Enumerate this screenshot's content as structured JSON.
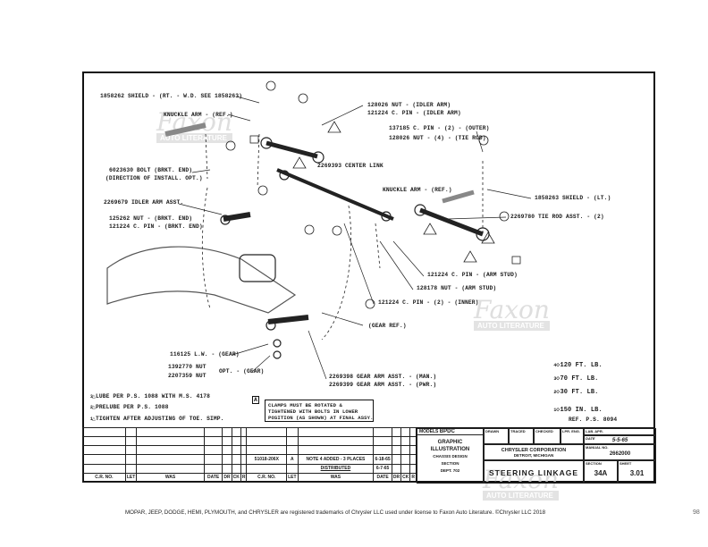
{
  "drawing": {
    "callouts": {
      "shield_rt": "1858262 SHIELD - (RT. - W.D. SEE 1858263)",
      "knuckle_arm_left": "KNUCKLE ARM - (REF.)",
      "bolt": "6023630 BOLT (BRKT. END)",
      "bolt_note": "(DIRECTION OF INSTALL. OPT.)",
      "idler_arm": "2269679 IDLER ARM ASST.",
      "nut_brkt": "125262 NUT - (BRKT. END)",
      "pin_brkt": "121224 C. PIN - (BRKT. END)",
      "nut_idler": "128026 NUT - (IDLER ARM)",
      "pin_idler": "121224 C. PIN - (IDLER ARM)",
      "pin_outer": "137185 C. PIN - (2) - (OUTER)",
      "nut_tie_rod": "128026 NUT - (4) - (TIE ROD)",
      "center_link": "2269393 CENTER LINK",
      "knuckle_arm_right": "KNUCKLE ARM - (REF.)",
      "shield_lt": "1858263 SHIELD - (LT.)",
      "tie_rod": "2269780 TIE ROD ASST. - (2)",
      "pin_arm_stud": "121224 C. PIN - (ARM STUD)",
      "nut_arm_stud": "128178 NUT - (ARM STUD)",
      "pin_inner": "121224 C. PIN - (2) - (INNER)",
      "gear_ref": "(GEAR REF.)",
      "lock_washer": "116125 L.W. - (GEAR)",
      "nut_1": "1392770 NUT",
      "nut_2": "2207359 NUT",
      "nut_opt": "OPT. - (GEAR)",
      "gear_arm_man": "2269398 GEAR ARM ASST. - (MAN.)",
      "gear_arm_pwr": "2269399 GEAR ARM ASST. - (PWR.)"
    },
    "notes": [
      {
        "symbol": "3",
        "text": "LUBE PER P.S. 1088 WITH M.S. 4178"
      },
      {
        "symbol": "2",
        "text": "PRELUBE PER P.S. 1088"
      },
      {
        "symbol": "1",
        "text": "TIGHTEN AFTER ADJUSTING OF TOE. SIMP."
      }
    ],
    "clamp_note": {
      "symbol": "A",
      "lines": [
        "CLAMPS MUST BE ROTATED &",
        "TIGHTENED WITH BOLTS IN LOWER",
        "POSITION (AS SHOWN) AT FINAL ASSY."
      ]
    },
    "torques": [
      {
        "symbol": "4",
        "text": "120 FT. LB."
      },
      {
        "symbol": "3",
        "text": "70 FT. LB."
      },
      {
        "symbol": "2",
        "text": "30 FT. LB."
      },
      {
        "symbol": "1",
        "text": "150 IN. LB."
      }
    ],
    "torque_ref": "REF. P.S. 8094"
  },
  "revisions": {
    "headers": [
      "C.R. NO.",
      "LET",
      "WAS",
      "DATE",
      "DR",
      "CK",
      "R"
    ],
    "row1": {
      "cr": "51018-206X",
      "let": "A",
      "was": "NOTE 4 ADDED - 3 PLACES",
      "date": "6-18-65"
    },
    "row2": {
      "was": "DISTRIBUTED",
      "date": "6-7-65"
    }
  },
  "title_block": {
    "models_label": "MODELS",
    "models": "BPDC",
    "dept_lines": [
      "GRAPHIC",
      "ILLUSTRATION",
      "CHASSIS DESIGN",
      "SECTION",
      "DEPT. 702"
    ],
    "drawn_label": "DRAWN",
    "traced_label": "TRACED",
    "checked_label": "CHECKED",
    "approved_label": "LPR. ENG.",
    "company": "CHRYSLER CORPORATION",
    "city": "DETROIT, MICHIGAN",
    "title": "STEERING LINKAGE",
    "lab_apr_label": "LAB. APR.",
    "date_label": "DATE",
    "date": "5-5-65",
    "manual_label": "MANUAL NO.",
    "manual_no": "2662000",
    "section_label": "SECTION",
    "section": "34A",
    "sheet_label": "SHEET",
    "sheet": "3.01"
  },
  "watermark": {
    "brand": "Faxon",
    "sub": "AUTO LITERATURE"
  },
  "footer": {
    "trademark": "MOPAR, JEEP, DODGE, HEMI, PLYMOUTH, and CHRYSLER are registered trademarks of Chrysler LLC used under license to Faxon Auto Literature. ©Chrysler LLC 2018",
    "page": "98"
  }
}
